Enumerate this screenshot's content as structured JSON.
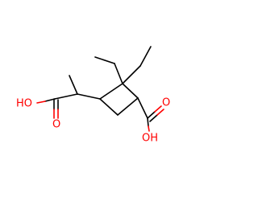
{
  "molecule": {
    "colors": {
      "carbon_bond": "#000000",
      "oxygen": "#ff0000"
    },
    "labels": {
      "left_carbonyl_o": "O",
      "left_hydroxyl": "HO",
      "right_carbonyl_o": "O",
      "right_hydroxyl": "OH"
    }
  }
}
